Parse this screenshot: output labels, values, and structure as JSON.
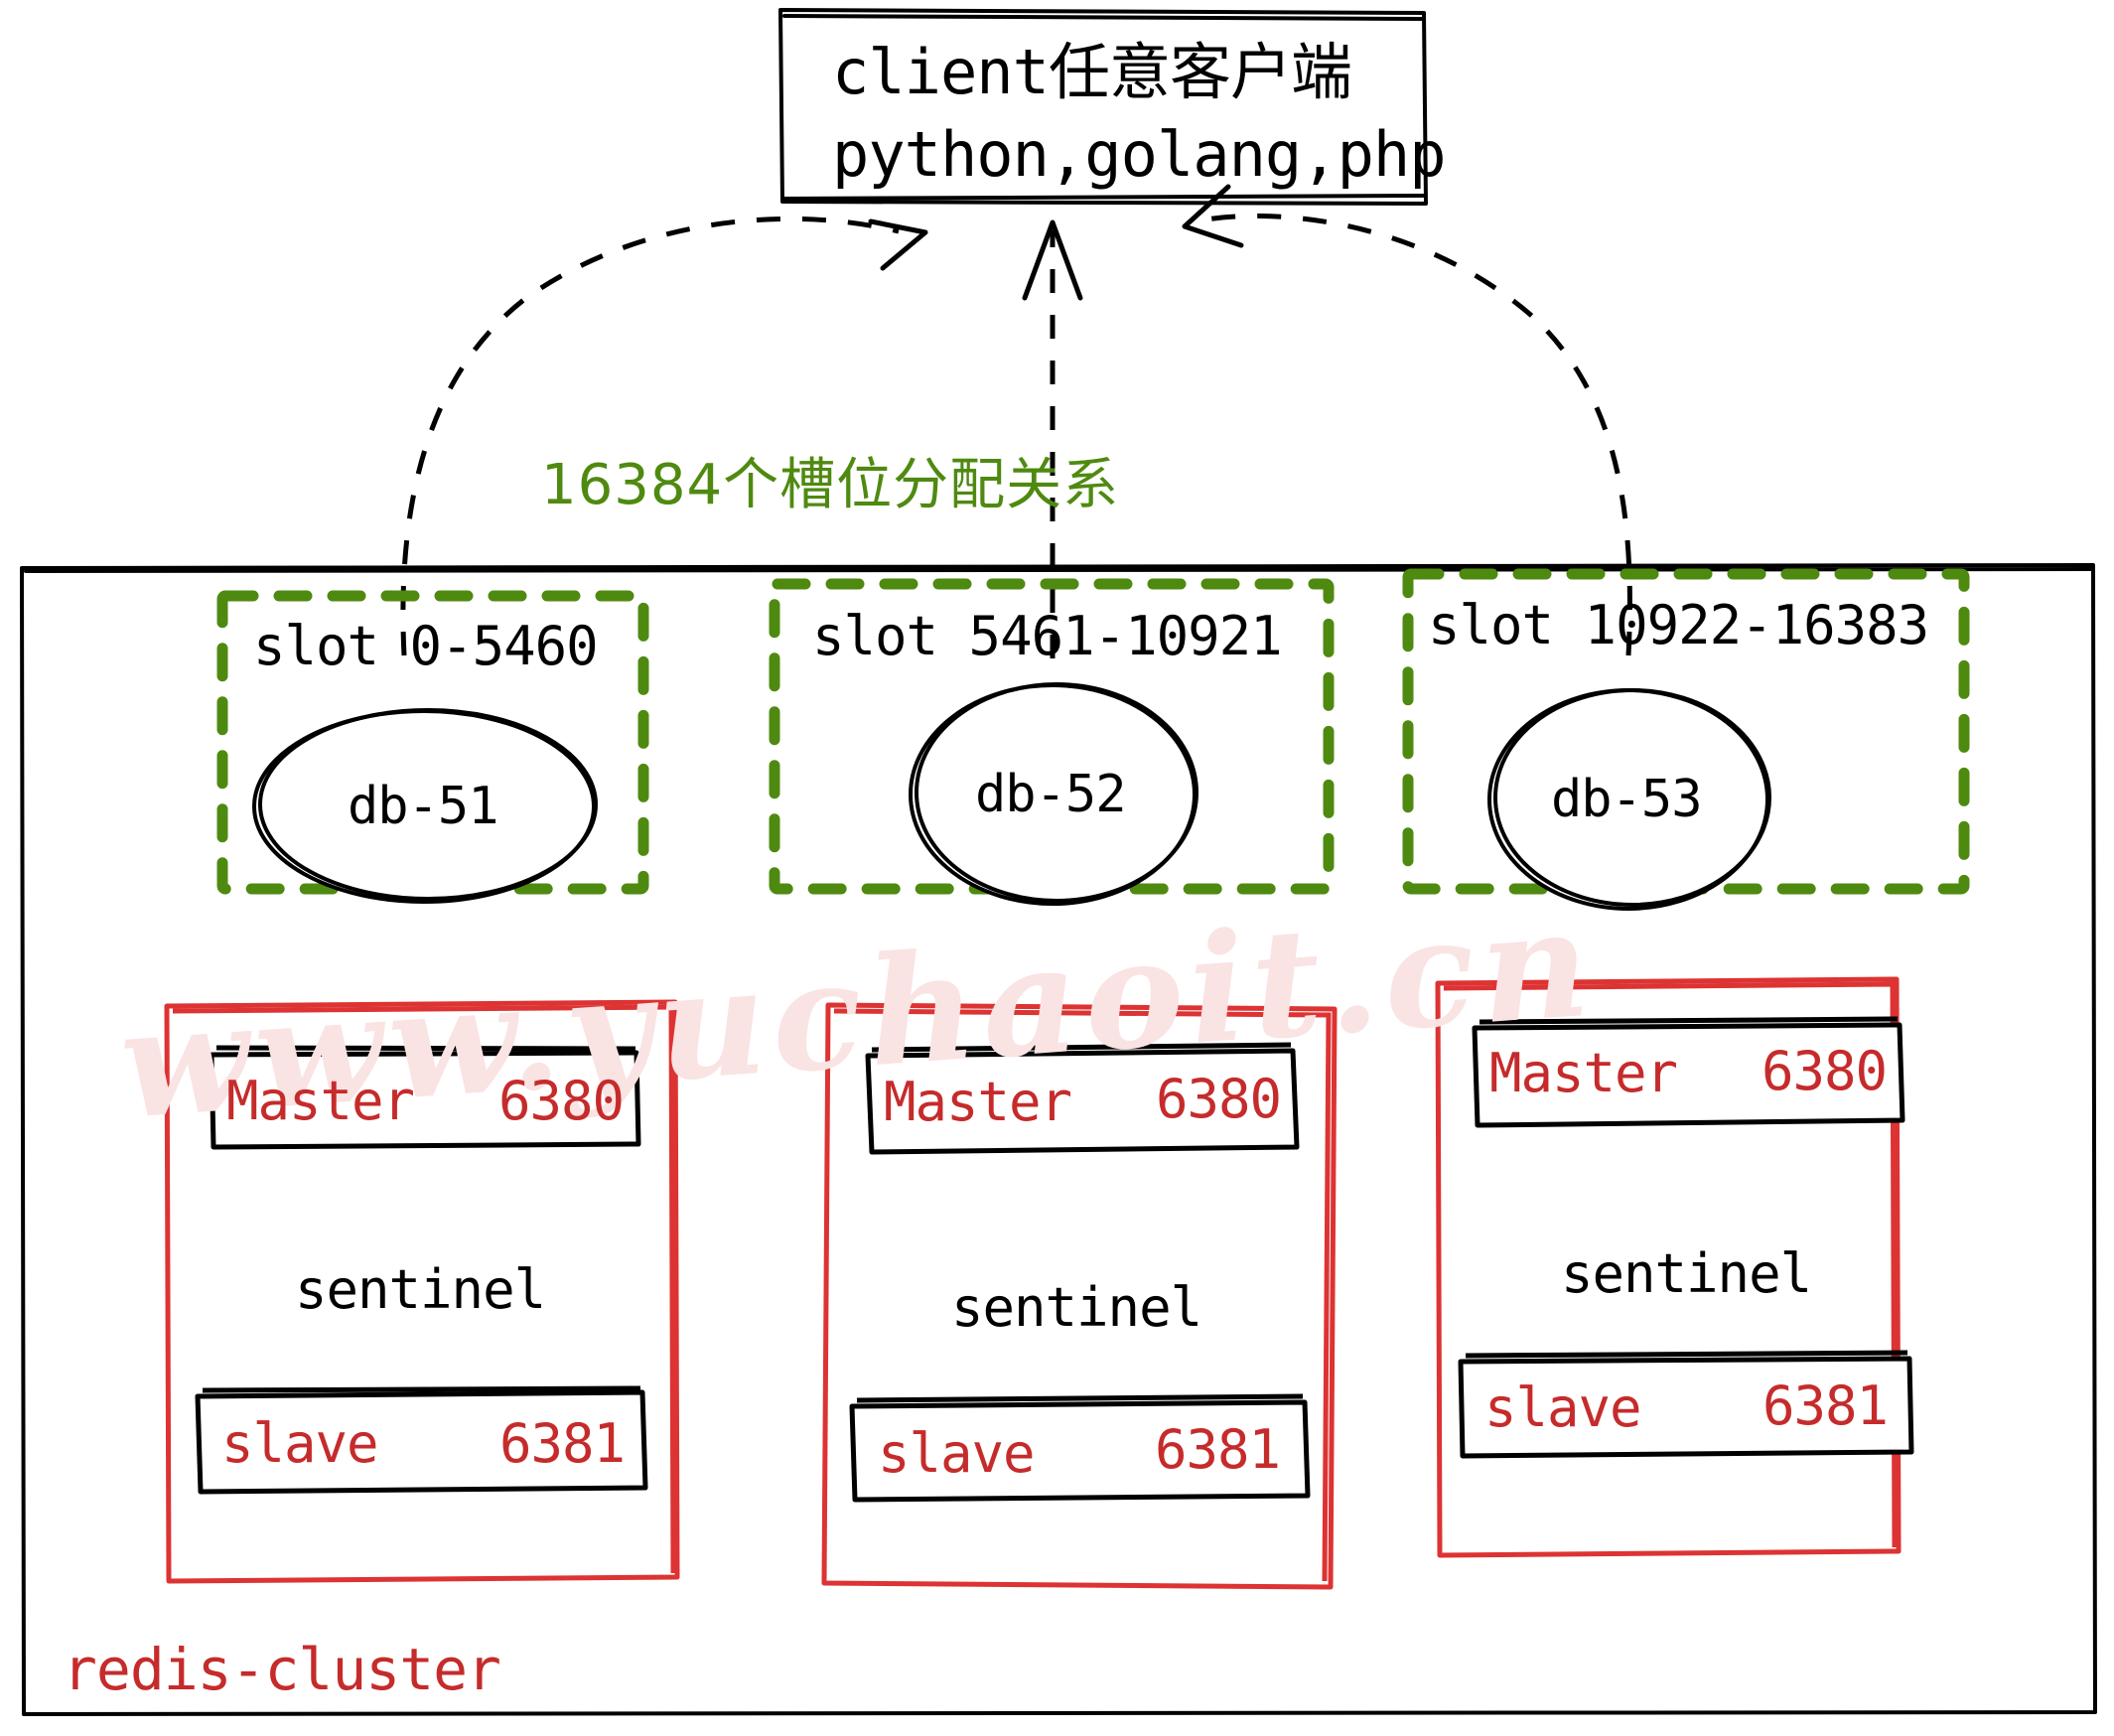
{
  "diagram": {
    "title": "redis-cluster architecture",
    "watermark": "www.yuchaoit.cn",
    "colors": {
      "ink": "#000000",
      "slot_green": "#4f8a10",
      "node_red": "#c62b2b",
      "watermark_pink": "#fae3e3",
      "background": "#ffffff"
    }
  },
  "client": {
    "line1": "client任意客户端",
    "line2": "python,golang,php"
  },
  "annotation": {
    "slot_relation": "16384个槽位分配关系"
  },
  "slots": [
    {
      "title": "slot 0-5460",
      "node": "db-51",
      "range_start": 0,
      "range_end": 5460
    },
    {
      "title": "slot 5461-10921",
      "node": "db-52",
      "range_start": 5461,
      "range_end": 10921
    },
    {
      "title": "slot 10922-16383",
      "node": "db-53",
      "range_start": 10922,
      "range_end": 16383
    }
  ],
  "node_groups": [
    {
      "master_label": "Master",
      "master_port": "6380",
      "sentinel_label": "sentinel",
      "slave_label": "slave",
      "slave_port": "6381"
    },
    {
      "master_label": "Master",
      "master_port": "6380",
      "sentinel_label": "sentinel",
      "slave_label": "slave",
      "slave_port": "6381"
    },
    {
      "master_label": "Master",
      "master_port": "6380",
      "sentinel_label": "sentinel",
      "slave_label": "slave",
      "slave_port": "6381"
    }
  ],
  "cluster": {
    "caption": "redis-cluster"
  }
}
